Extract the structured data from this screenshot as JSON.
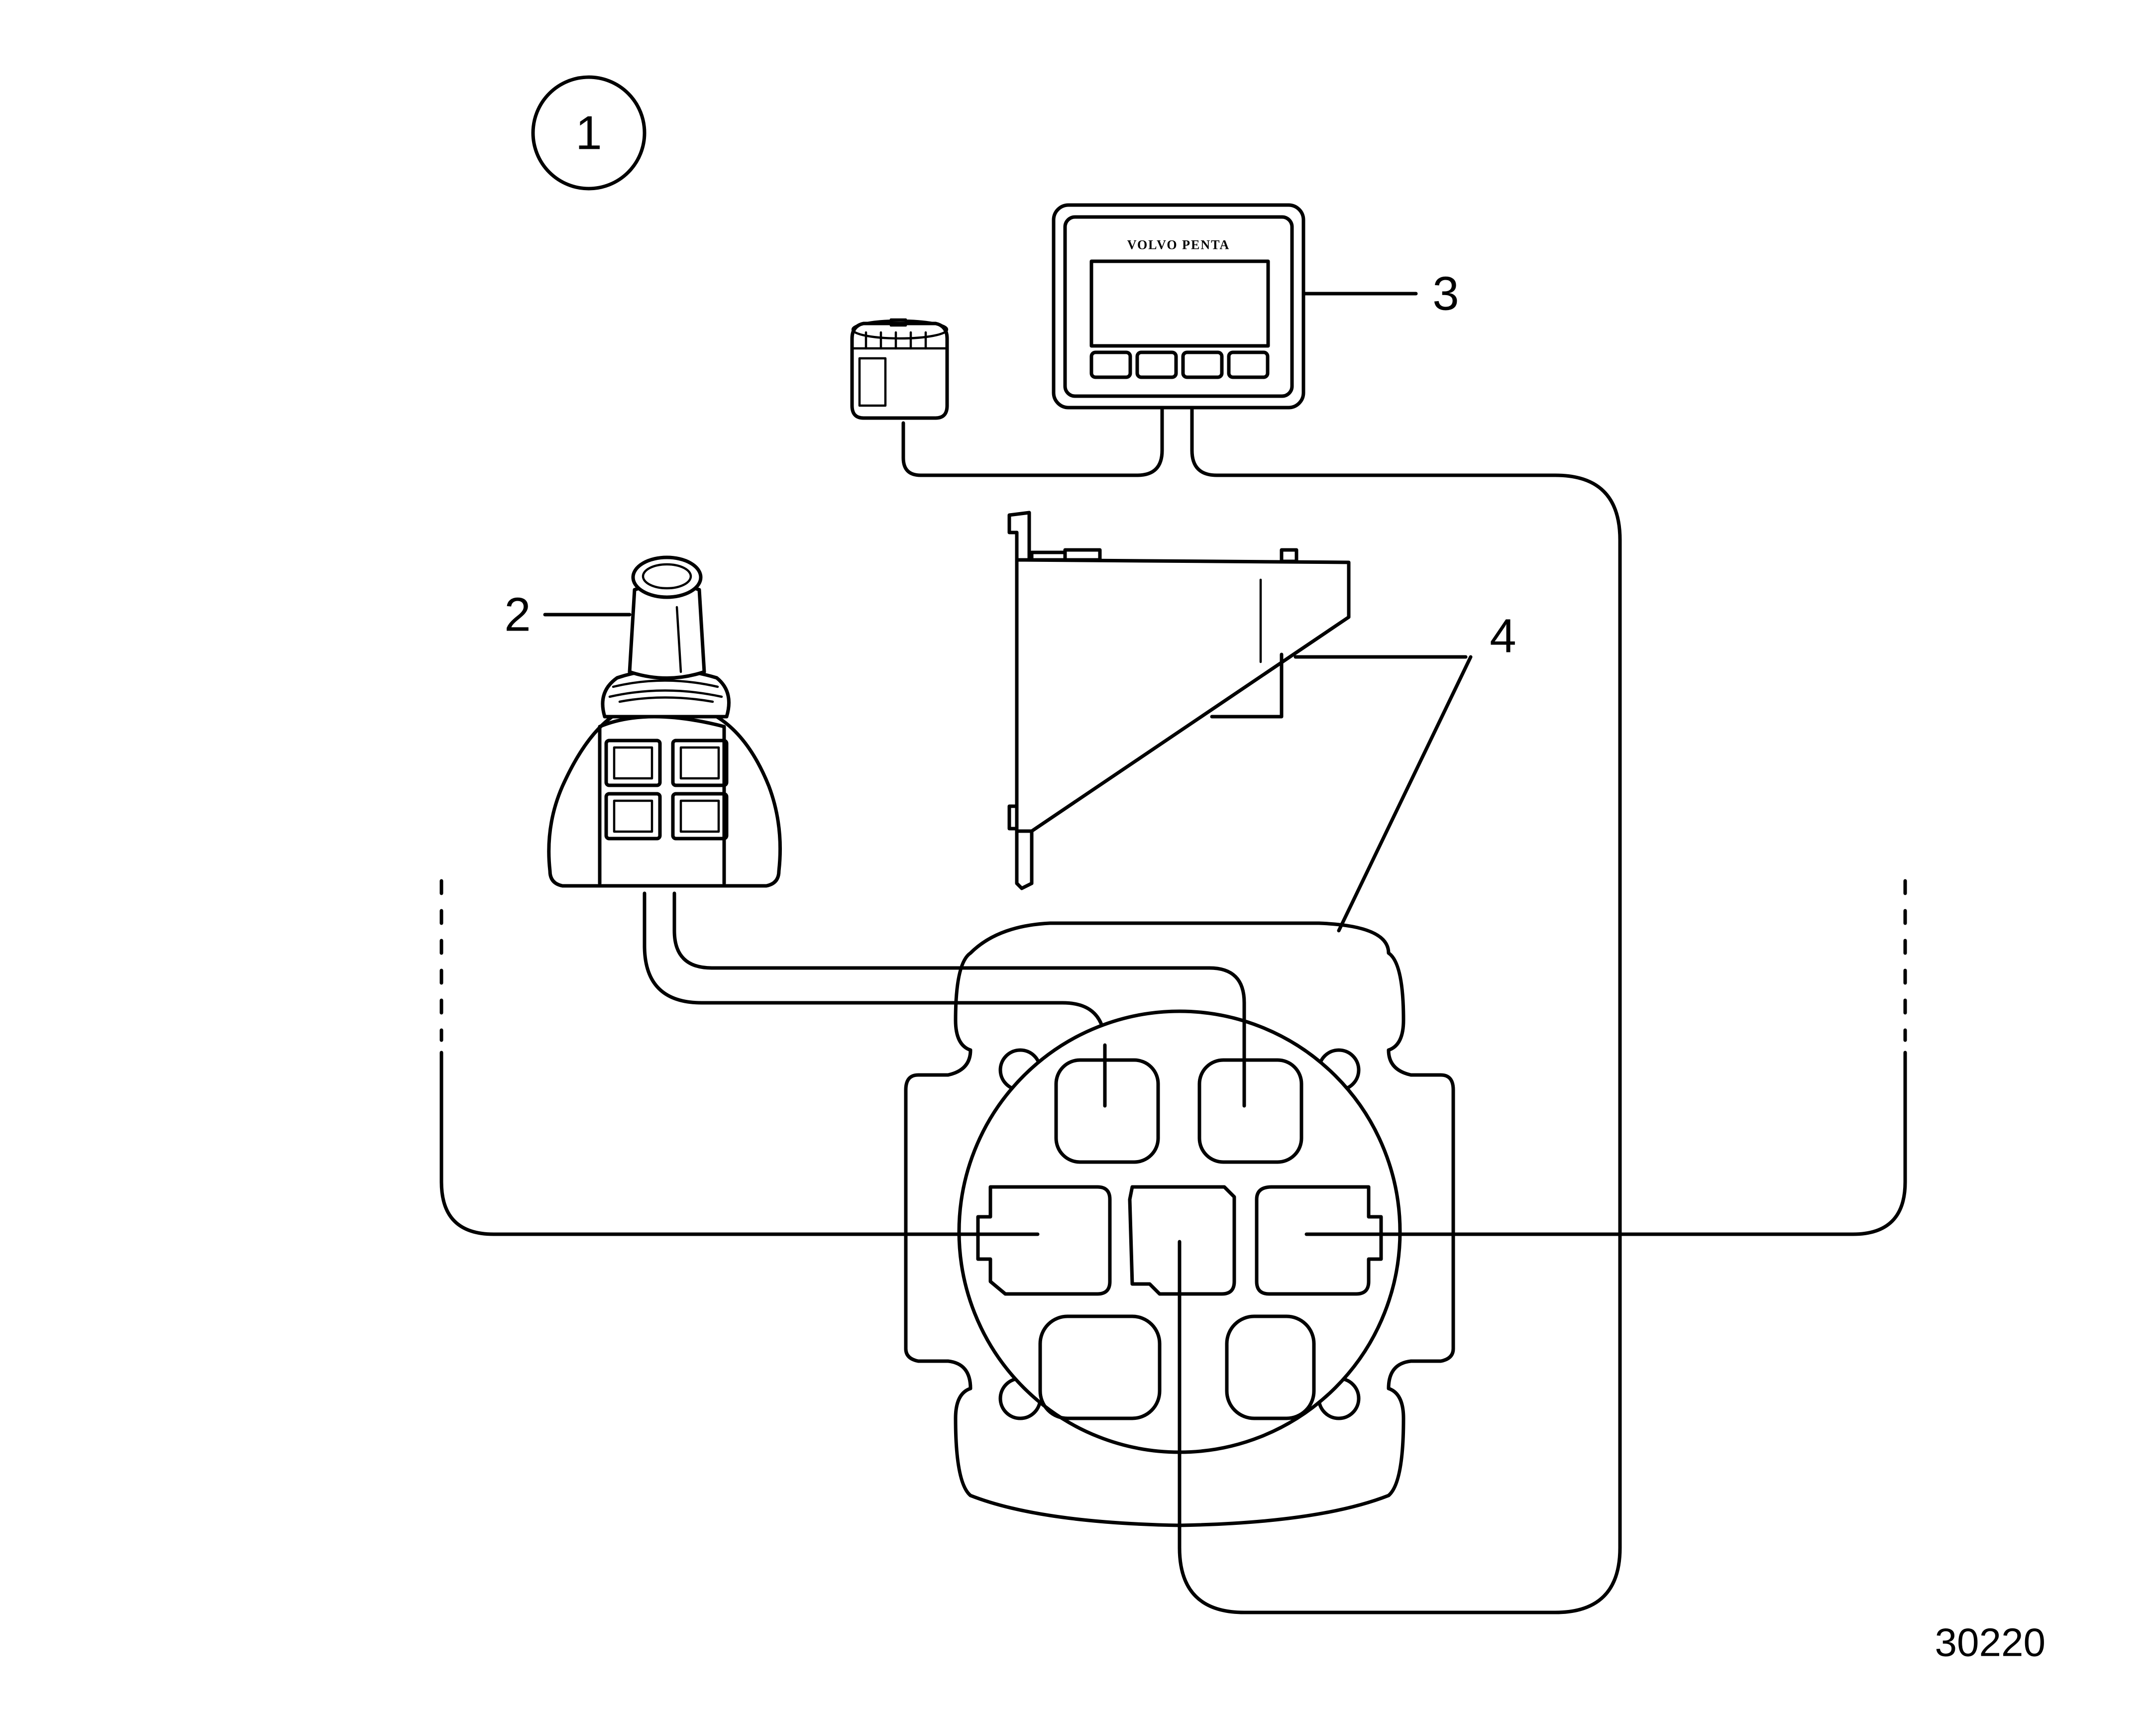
{
  "diagram": {
    "view_number": "1",
    "callouts": {
      "joystick": "2",
      "display": "3",
      "control_units": "4"
    },
    "display_brand": "VOLVO PENTA",
    "figure_id": "30220"
  }
}
